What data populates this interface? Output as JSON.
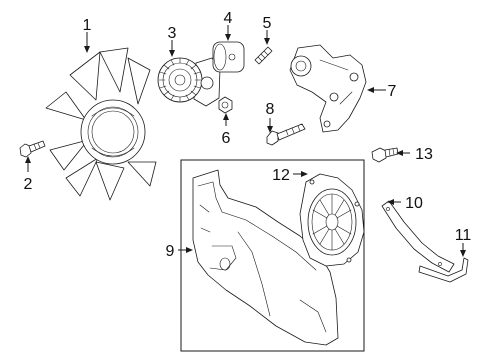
{
  "callouts": {
    "c1": "1",
    "c2": "2",
    "c3": "3",
    "c4": "4",
    "c5": "5",
    "c6": "6",
    "c7": "7",
    "c8": "8",
    "c9": "9",
    "c10": "10",
    "c11": "11",
    "c12": "12",
    "c13": "13"
  },
  "colors": {
    "ink": "#1a1a1a",
    "background": "#ffffff",
    "fill_gray": "#e9e9e9"
  }
}
